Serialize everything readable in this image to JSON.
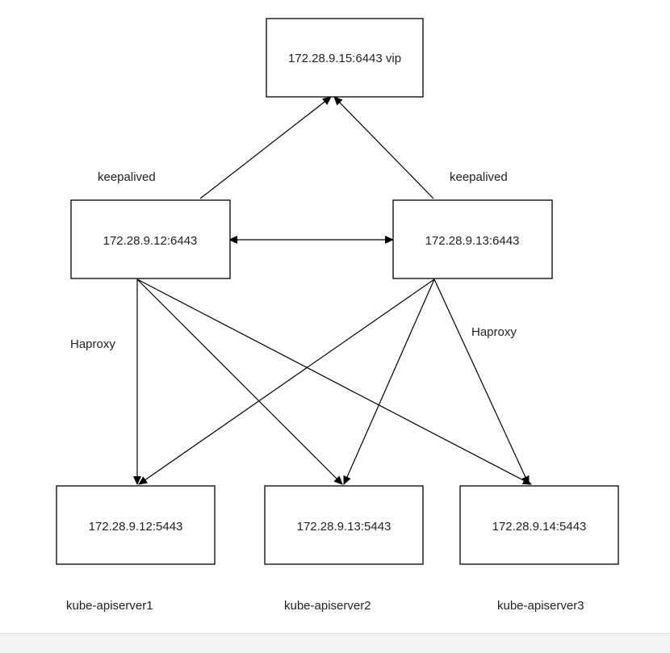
{
  "nodes": {
    "vip": "172.28.9.15:6443 vip",
    "lb1": "172.28.9.12:6443",
    "lb2": "172.28.9.13:6443",
    "api1": "172.28.9.12:5443",
    "api2": "172.28.9.13:5443",
    "api3": "172.28.9.14:5443"
  },
  "labels": {
    "keepalived_left": "keepalived",
    "keepalived_right": "keepalived",
    "haproxy_left": "Haproxy",
    "haproxy_right": "Haproxy",
    "apiserver1": "kube-apiserver1",
    "apiserver2": "kube-apiserver2",
    "apiserver3": "kube-apiserver3"
  }
}
